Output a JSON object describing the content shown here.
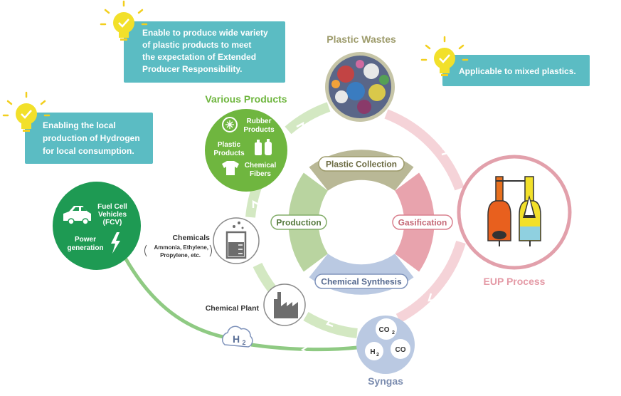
{
  "colors": {
    "note_bg": "#5bbcc3",
    "green_dark": "#1e9a53",
    "green_mid": "#6fb63f",
    "green_light": "#d3e8c2",
    "green_ring": "#8fca83",
    "pink": "#e8a3ad",
    "pink_light": "#f5d3d8",
    "eup_text": "#e49aa6",
    "olive": "#9d9b6b",
    "blue_light": "#bac9e2",
    "gray_seg": "#b9b896",
    "icon_gray": "#6d6d6d"
  },
  "notes": {
    "top": [
      "Enable to produce wide variety",
      "of plastic products to meet",
      "the expectation of Extended",
      "Producer Responsibility."
    ],
    "left": [
      "Enabling the local",
      "production of Hydrogen",
      "for local consumption."
    ],
    "right": [
      "Applicable to mixed plastics."
    ]
  },
  "nodes": {
    "plastic_wastes": "Plastic Wastes",
    "various_products": "Various Products",
    "eup_process": "EUP Process",
    "syngas": "Syngas",
    "chemical_plant": "Chemical Plant"
  },
  "inner_segments": {
    "top": "Plastic Collection",
    "right": "Gasification",
    "bottom": "Chemical Synthesis",
    "left": "Production"
  },
  "products": {
    "rubber": [
      "Rubber",
      "Products"
    ],
    "plastic": [
      "Plastic",
      "Products"
    ],
    "fibers": [
      "Chemical",
      "Fibers"
    ]
  },
  "fcv": {
    "vehicles": [
      "Fuel Cell",
      "Vehicles",
      "(FCV)"
    ],
    "power": [
      "Power",
      "generation"
    ]
  },
  "chemicals": {
    "title": "Chemicals",
    "list": [
      "Ammonia, Ethylene,",
      "Propylene, etc."
    ]
  },
  "gases": {
    "co2": "CO",
    "co2_sub": "2",
    "h2": "H",
    "h2_sub": "2",
    "co": "CO",
    "h2_bubble": "H",
    "h2_bubble_sub": "2"
  }
}
